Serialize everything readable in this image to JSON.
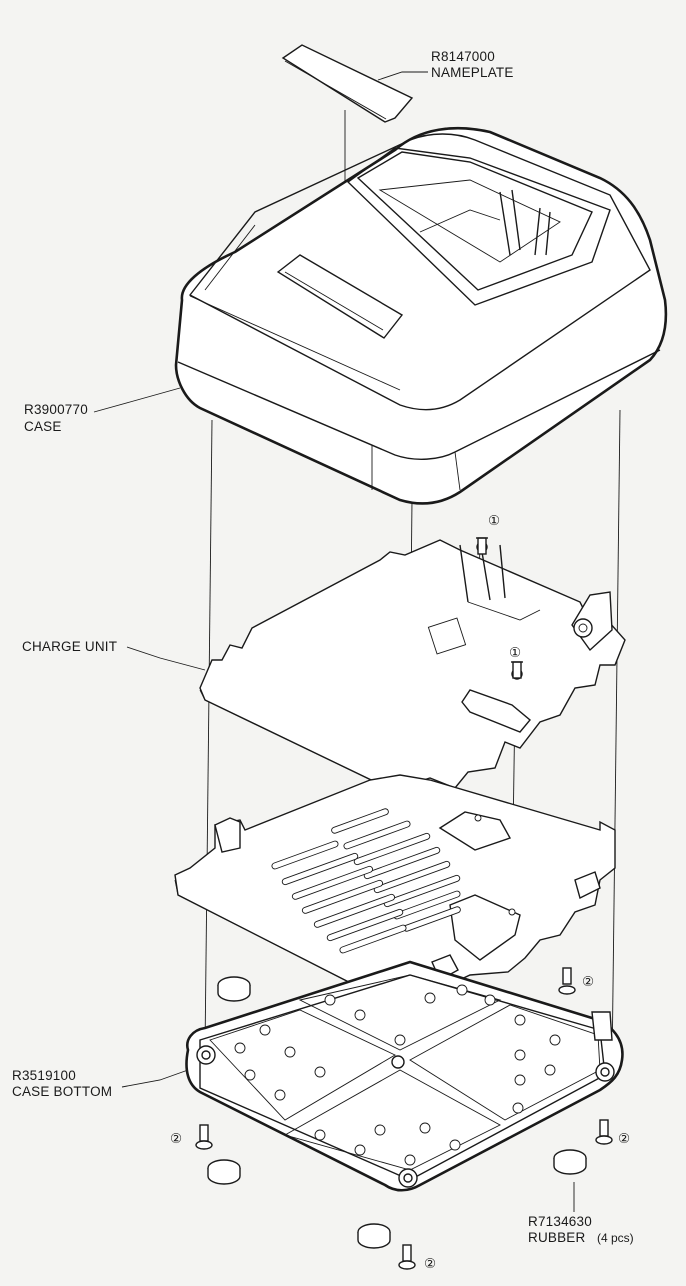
{
  "labels": {
    "nameplate": {
      "part": "R8147000",
      "name": "NAMEPLATE"
    },
    "case": {
      "part": "R3900770",
      "name": "CASE"
    },
    "charge_unit": {
      "name": "CHARGE UNIT"
    },
    "case_bottom": {
      "part": "R3519100",
      "name": "CASE BOTTOM"
    },
    "rubber": {
      "part": "R7134630",
      "name": "RUBBER",
      "qty": "(4 pcs)"
    }
  },
  "callouts": {
    "screw_1": "①",
    "screw_2": "②"
  }
}
